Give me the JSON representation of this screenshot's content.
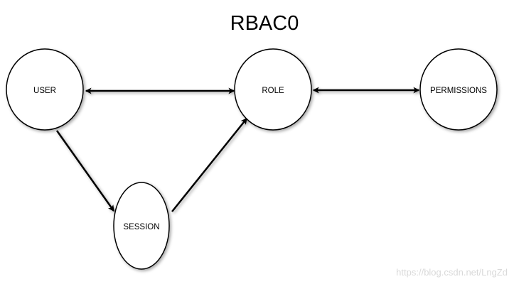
{
  "title": "RBAC0",
  "nodes": {
    "user": {
      "label": "USER"
    },
    "role": {
      "label": "ROLE"
    },
    "permissions": {
      "label": "PERMISSIONS"
    },
    "session": {
      "label": "SESSION"
    }
  },
  "edges": [
    {
      "from": "USER",
      "to": "ROLE",
      "direction": "both"
    },
    {
      "from": "ROLE",
      "to": "PERMISSIONS",
      "direction": "both"
    },
    {
      "from": "USER",
      "to": "SESSION",
      "direction": "forward"
    },
    {
      "from": "SESSION",
      "to": "ROLE",
      "direction": "forward"
    }
  ],
  "watermark": "https://blog.csdn.net/LngZd",
  "colors": {
    "stroke": "#000000",
    "background": "#ffffff",
    "watermark": "#d9d9d9"
  }
}
